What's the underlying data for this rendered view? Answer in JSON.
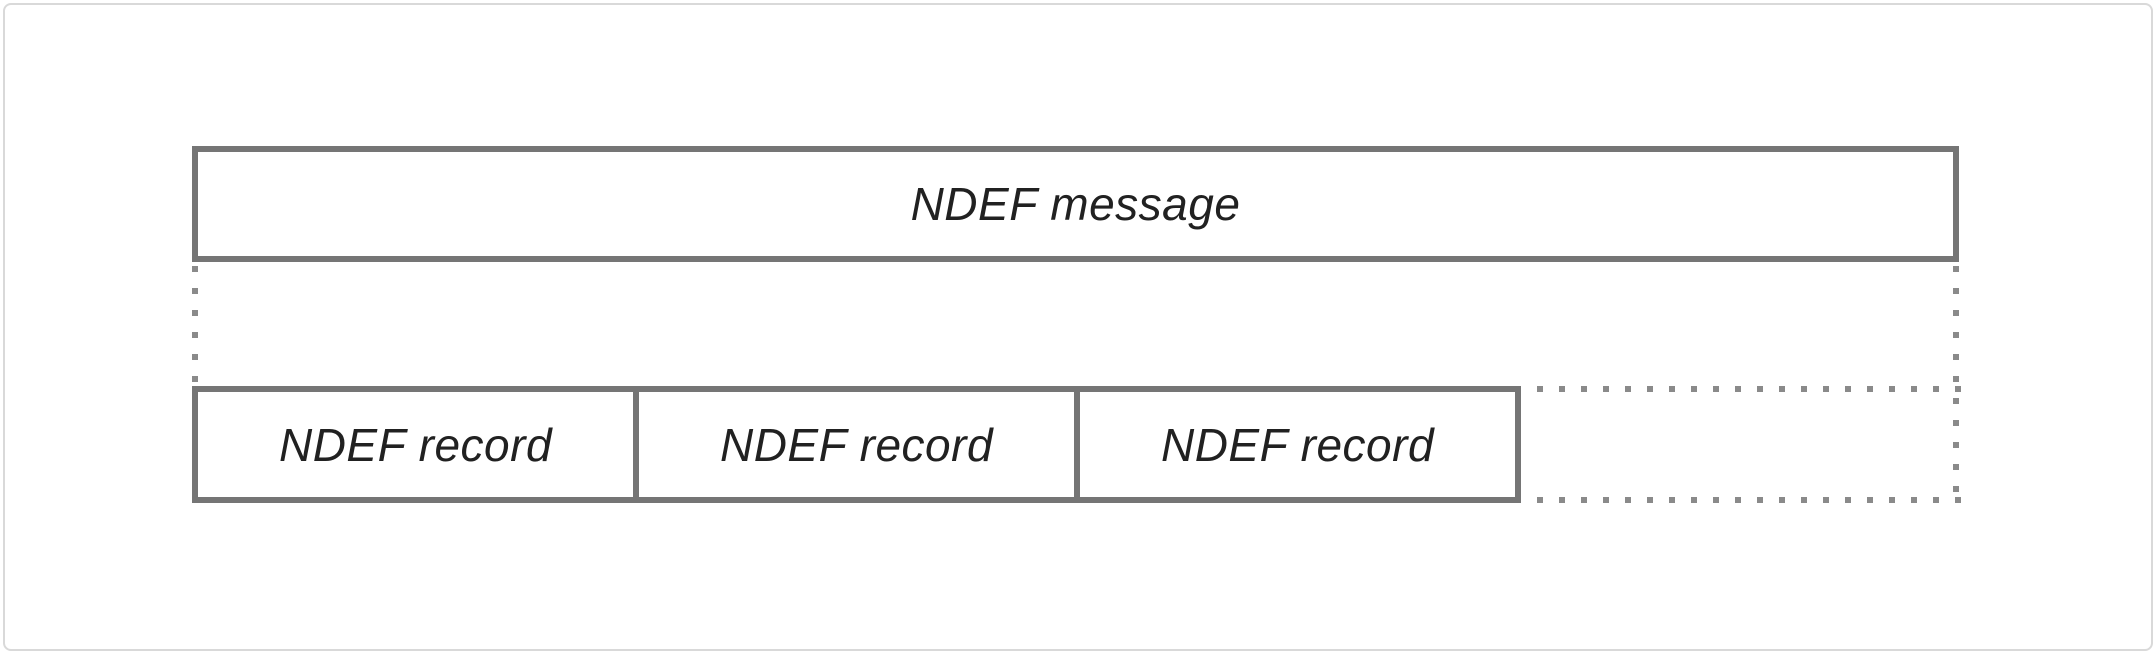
{
  "figure": {
    "message_box": {
      "label": "NDEF message"
    },
    "record_boxes": [
      {
        "label": "NDEF record"
      },
      {
        "label": "NDEF record"
      },
      {
        "label": "NDEF record"
      }
    ],
    "colors": {
      "background": "#ffffff",
      "frame_border": "#d9d9d9",
      "box_border": "#757575",
      "dotted": "#8a8a8a",
      "text": "#212121"
    }
  }
}
